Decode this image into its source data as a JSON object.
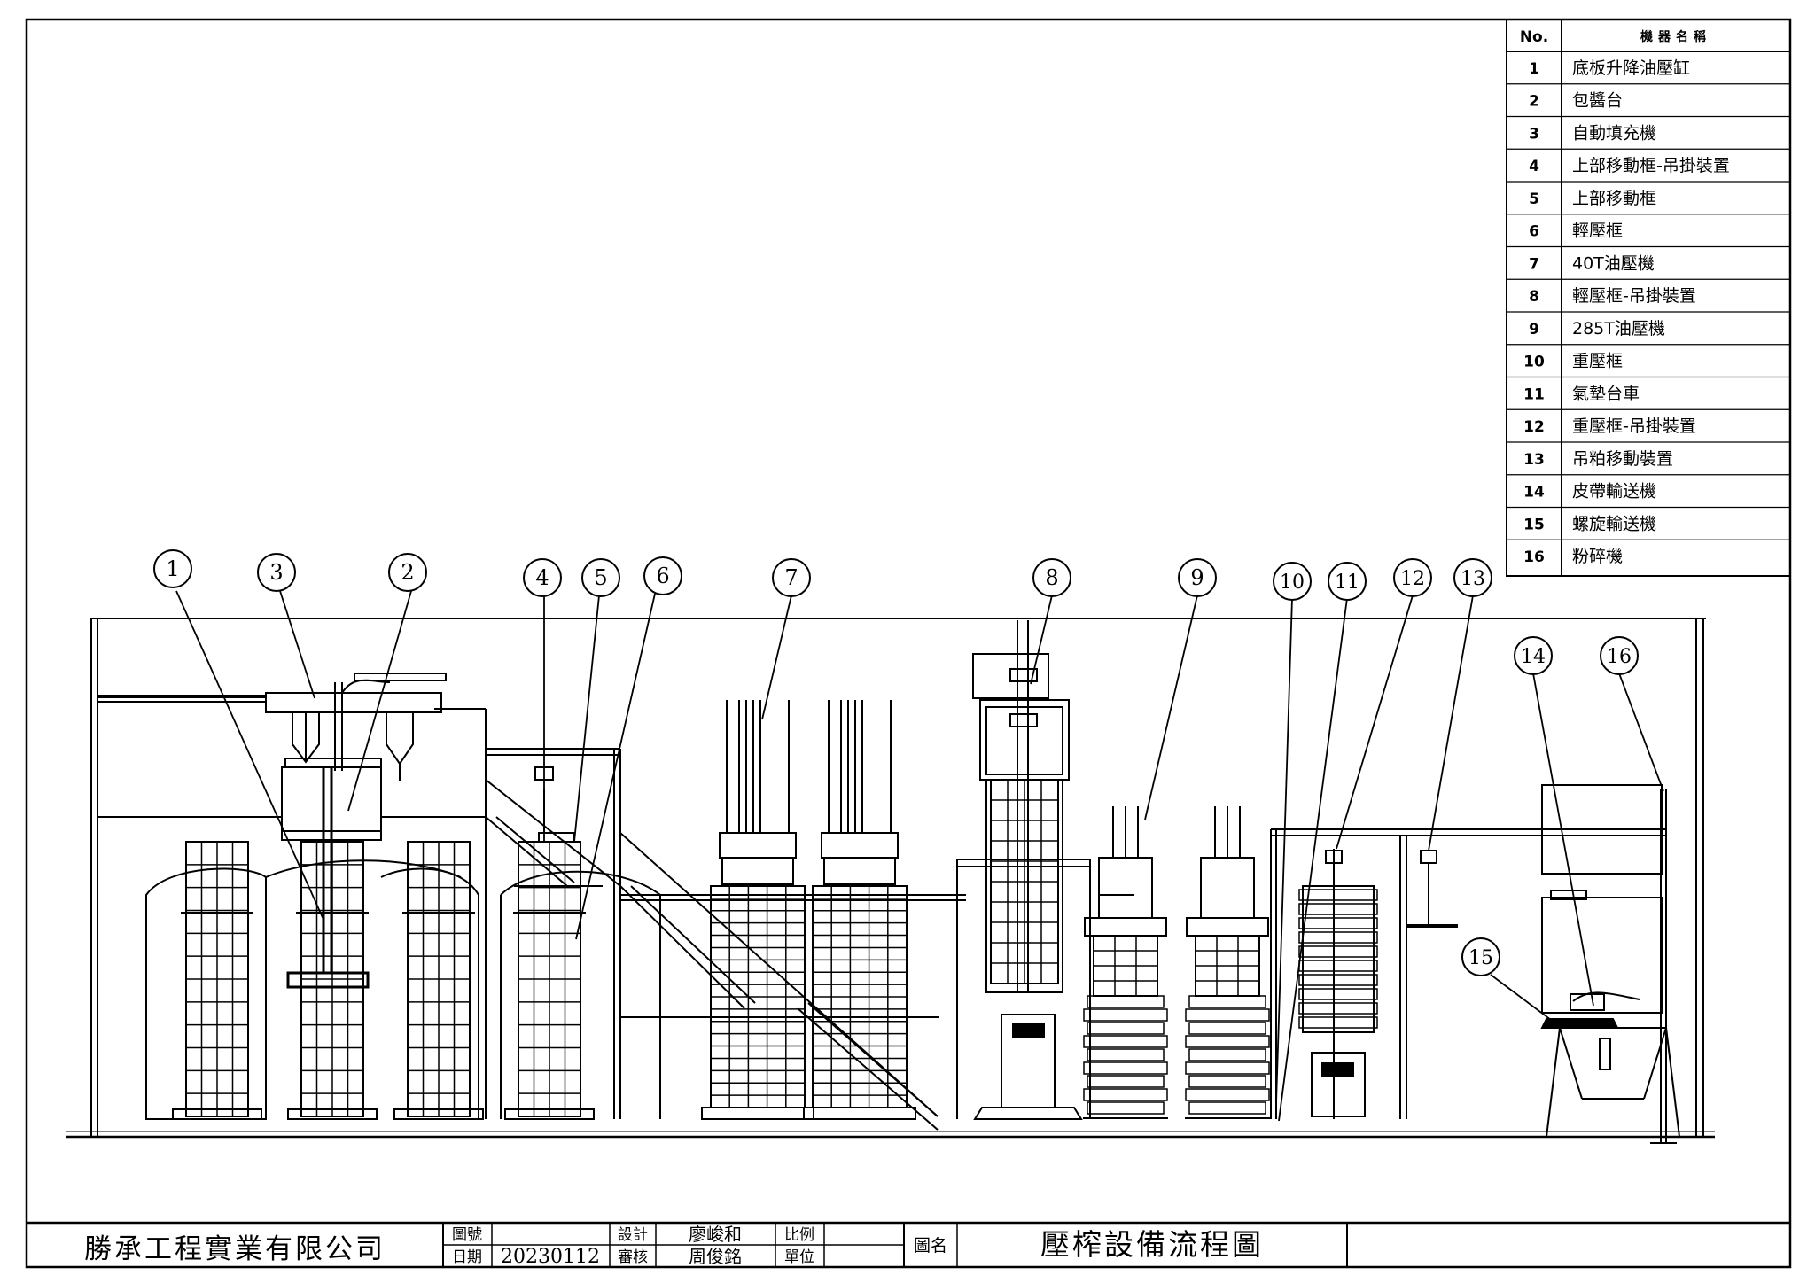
{
  "legend": {
    "col_no": "No.",
    "col_name": "機器名稱",
    "items": [
      {
        "no": "1",
        "name": "底板升降油壓缸"
      },
      {
        "no": "2",
        "name": "包醬台"
      },
      {
        "no": "3",
        "name": "自動填充機"
      },
      {
        "no": "4",
        "name": "上部移動框-吊掛裝置"
      },
      {
        "no": "5",
        "name": "上部移動框"
      },
      {
        "no": "6",
        "name": "輕壓框"
      },
      {
        "no": "7",
        "name": "40T油壓機"
      },
      {
        "no": "8",
        "name": "輕壓框-吊掛裝置"
      },
      {
        "no": "9",
        "name": "285T油壓機"
      },
      {
        "no": "10",
        "name": "重壓框"
      },
      {
        "no": "11",
        "name": "氣墊台車"
      },
      {
        "no": "12",
        "name": "重壓框-吊掛裝置"
      },
      {
        "no": "13",
        "name": "吊粕移動裝置"
      },
      {
        "no": "14",
        "name": "皮帶輸送機"
      },
      {
        "no": "15",
        "name": "螺旋輸送機"
      },
      {
        "no": "16",
        "name": "粉碎機"
      }
    ]
  },
  "callouts": [
    "1",
    "3",
    "2",
    "4",
    "5",
    "6",
    "7",
    "8",
    "9",
    "10",
    "11",
    "12",
    "13",
    "14",
    "16",
    "15"
  ],
  "title_block": {
    "company": "勝承工程實業有限公司",
    "drawing_no_label": "圖號",
    "drawing_no": "",
    "date_label": "日期",
    "date": "20230112",
    "design_label": "設計",
    "designer": "廖峻和",
    "review_label": "審核",
    "reviewer": "周俊銘",
    "scale_label": "比例",
    "scale": "",
    "unit_label": "單位",
    "unit": "",
    "name_label": "圖名",
    "drawing_name": "壓榨設備流程圖"
  }
}
